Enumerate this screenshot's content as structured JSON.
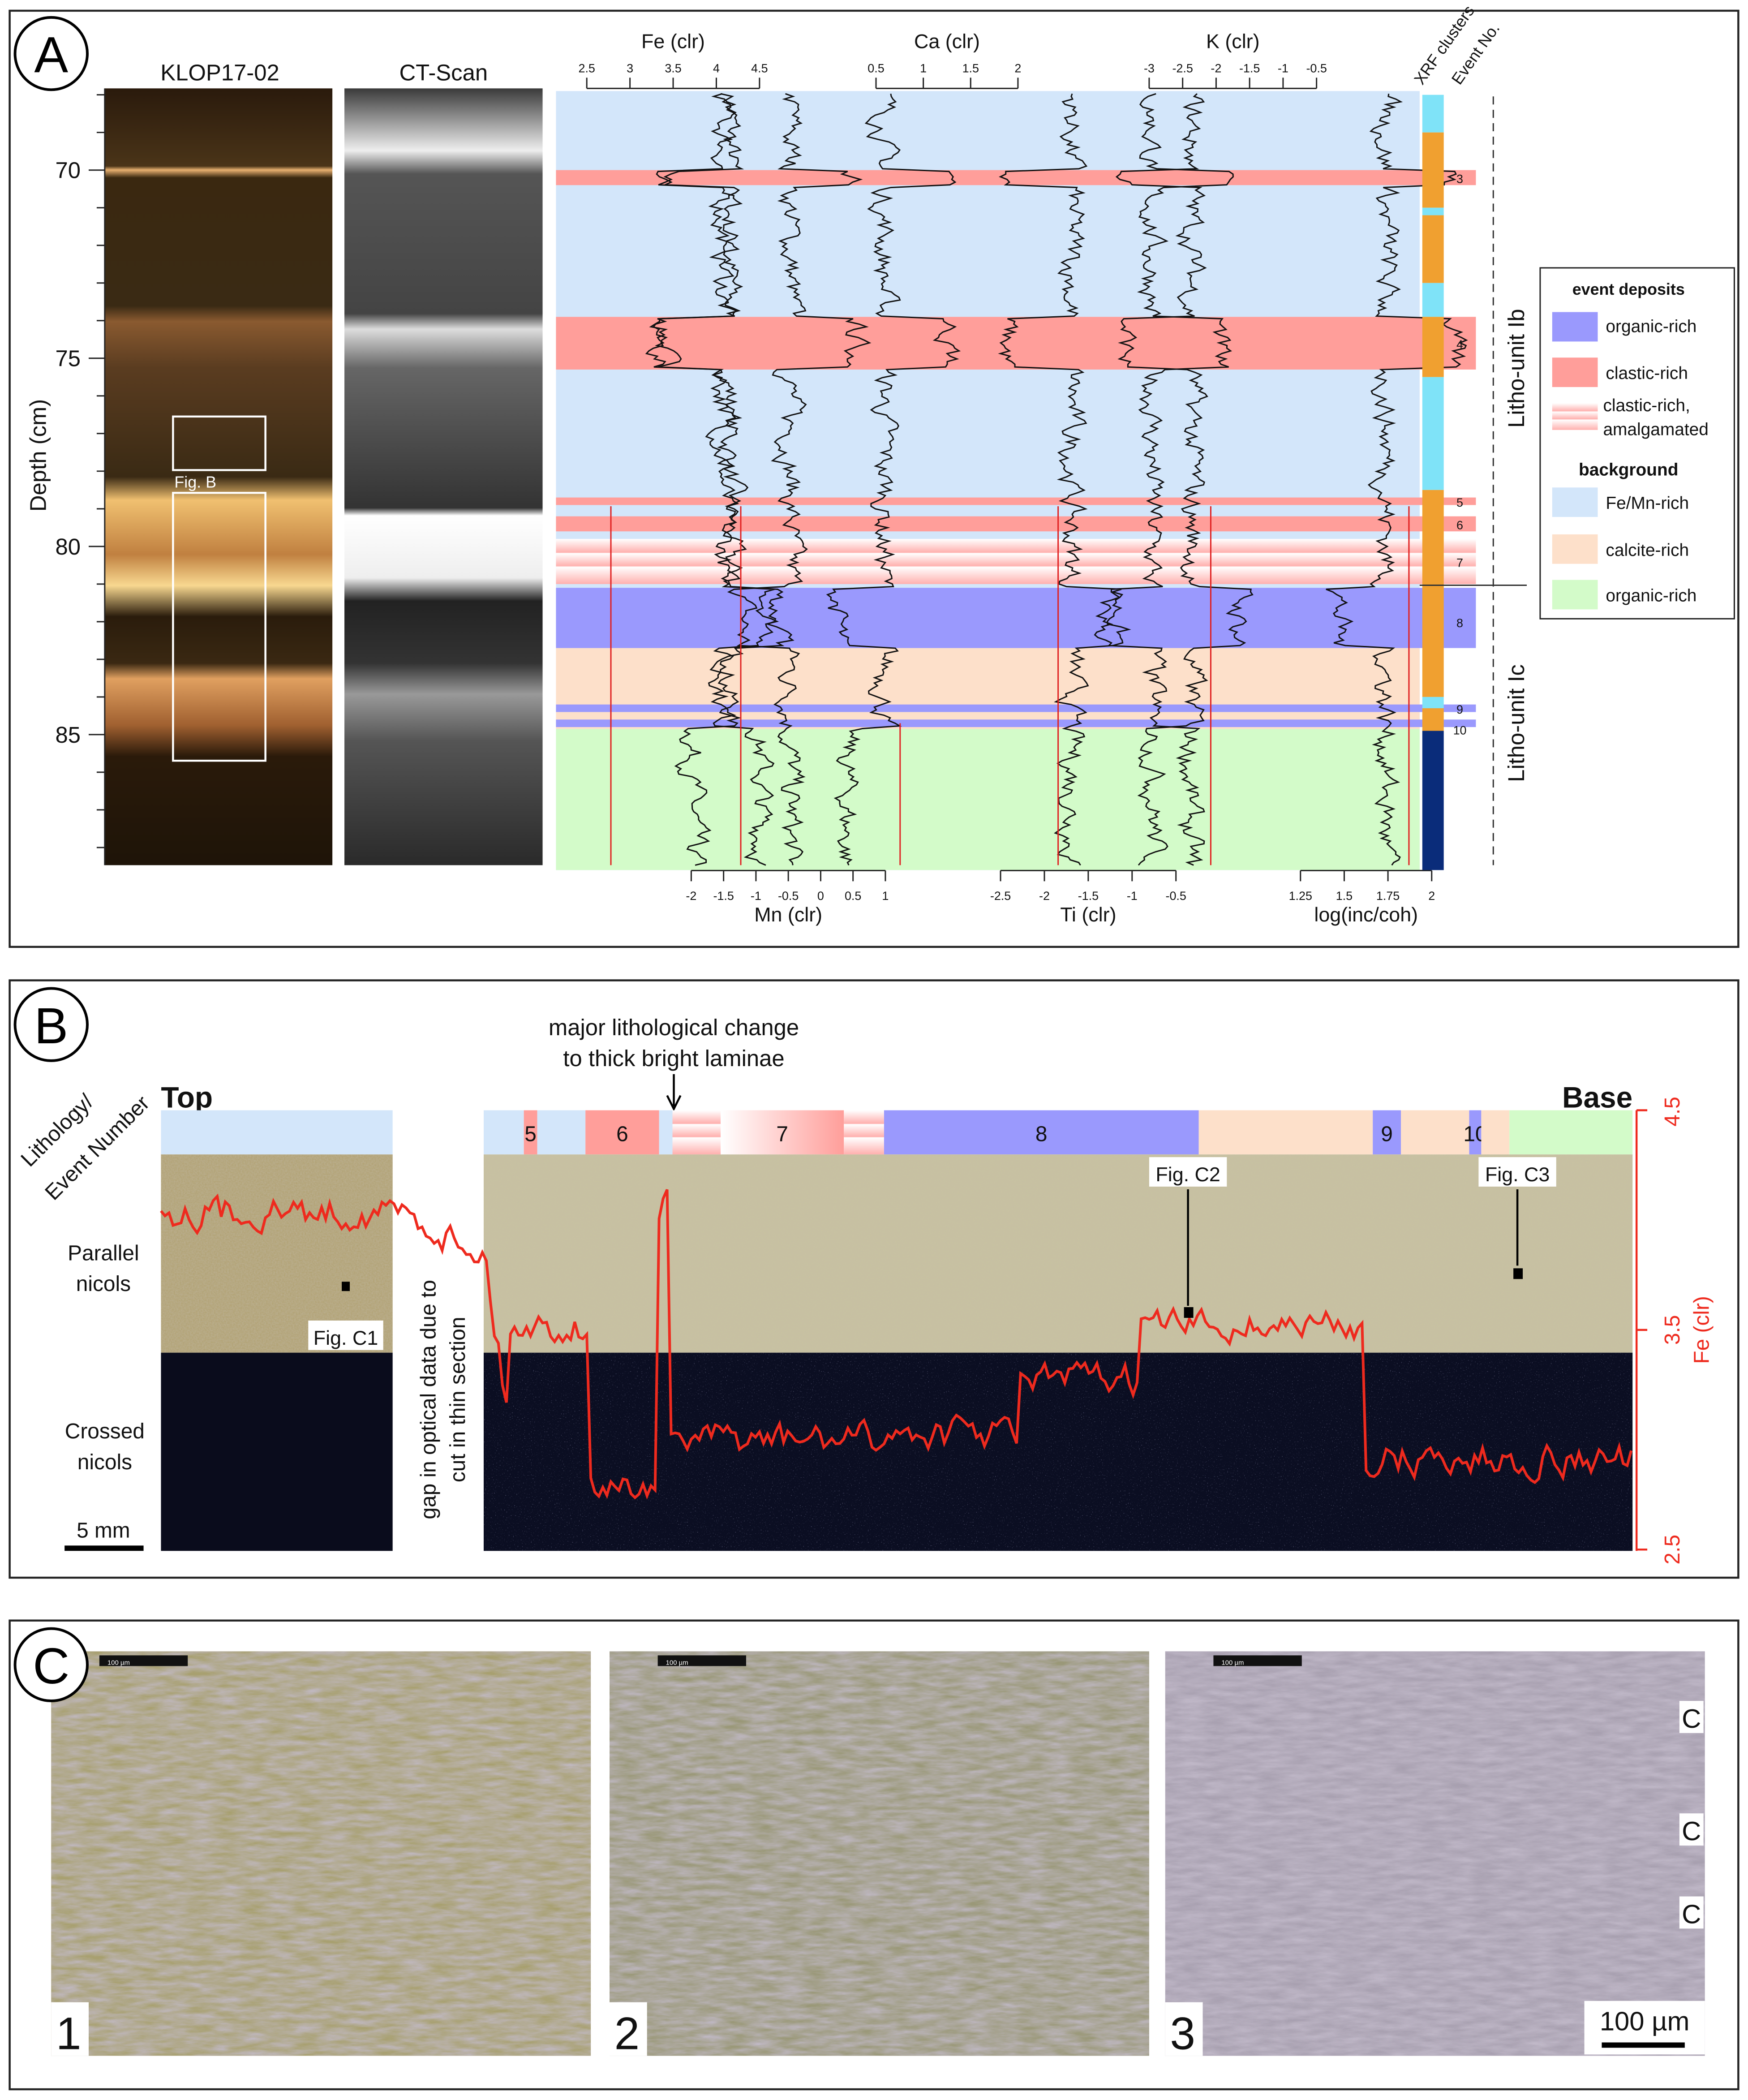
{
  "panels": {
    "a": "A",
    "b": "B",
    "c": "C"
  },
  "panel_a": {
    "core_title": "KLOP17-02",
    "ct_title": "CT-Scan",
    "depth_label": "Depth (cm)",
    "depth_ticks": [
      "70",
      "75",
      "80",
      "85"
    ],
    "fig_b_label": "Fig. B",
    "top_axes": [
      {
        "label": "Fe (clr)",
        "ticks": [
          "2.5",
          "3",
          "3.5",
          "4",
          "4.5"
        ]
      },
      {
        "label": "Ca (clr)",
        "ticks": [
          "0.5",
          "1",
          "1.5",
          "2"
        ]
      },
      {
        "label": "K (clr)",
        "ticks": [
          "-3",
          "-2.5",
          "-2",
          "-1.5",
          "-1",
          "-0.5"
        ]
      }
    ],
    "bottom_axes": [
      {
        "label": "Mn (clr)",
        "ticks": [
          "-2",
          "-1.5",
          "-1",
          "-0.5",
          "0",
          "0.5",
          "1"
        ]
      },
      {
        "label": "Ti (clr)",
        "ticks": [
          "-2.5",
          "-2",
          "-1.5",
          "-1",
          "-0.5"
        ]
      },
      {
        "label": "log(inc/coh)",
        "ticks": [
          "1.25",
          "1.5",
          "1.75",
          "2"
        ]
      }
    ],
    "xrf_label": "XRF clusters",
    "event_label": "Event No.",
    "event_numbers": [
      "3",
      "4",
      "5",
      "6",
      "7",
      "8",
      "9",
      "10"
    ],
    "litho_units": [
      "Litho-unit Ib",
      "Litho-unit Ic"
    ],
    "legend": {
      "event_title": "event deposits",
      "event_items": [
        "organic-rich",
        "clastic-rich",
        "clastic-rich,",
        "amalgamated"
      ],
      "bg_title": "background",
      "bg_items": [
        "Fe/Mn-rich",
        "calcite-rich",
        "organic-rich"
      ]
    },
    "colors": {
      "fe_mn": "#d3e6fa",
      "clastic": "#ff9e9a",
      "organic_event": "#9a99fd",
      "calcite": "#fde0ca",
      "organic_bg": "#d3fbc9",
      "cluster_orange": "#f0a030",
      "cluster_cyan": "#7fe3f8",
      "cluster_navy": "#0a2c7a"
    }
  },
  "panel_b": {
    "annotation": [
      "major lithological change",
      "to thick bright laminae"
    ],
    "lithology_label": [
      "Lithology/",
      "Event Number"
    ],
    "top": "Top",
    "base": "Base",
    "strip_events": [
      "5",
      "6",
      "7",
      "8",
      "9",
      "10"
    ],
    "parallel": [
      "Parallel",
      "nicols"
    ],
    "crossed": [
      "Crossed",
      "nicols"
    ],
    "scale": "5 mm",
    "gap_text": [
      "gap in optical data due to",
      "cut in thin section"
    ],
    "fig_labels": [
      "Fig. C1",
      "Fig. C2",
      "Fig. C3"
    ],
    "fe_axis": {
      "label": "Fe (clr)",
      "ticks": [
        "4.5",
        "3.5",
        "2.5"
      ]
    }
  },
  "panel_c": {
    "image_numbers": [
      "1",
      "2",
      "3"
    ],
    "scale_small": "100 µm",
    "scale": "100 µm",
    "c_markers": [
      "C",
      "C",
      "C"
    ]
  }
}
